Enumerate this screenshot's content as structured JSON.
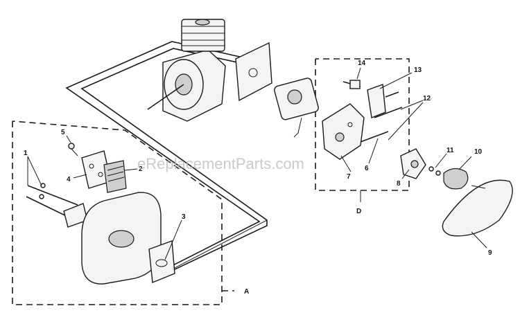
{
  "watermark": "eReplacementParts.com",
  "callouts": {
    "c1": "1",
    "c2": "2",
    "c3": "3",
    "c4": "4",
    "c5": "5",
    "c6": "6",
    "c7": "7",
    "c8": "8",
    "c9": "9",
    "c10": "10",
    "c11": "11",
    "c12": "12",
    "c13": "13",
    "c14": "14"
  },
  "groups": {
    "a": "A",
    "d": "D"
  }
}
